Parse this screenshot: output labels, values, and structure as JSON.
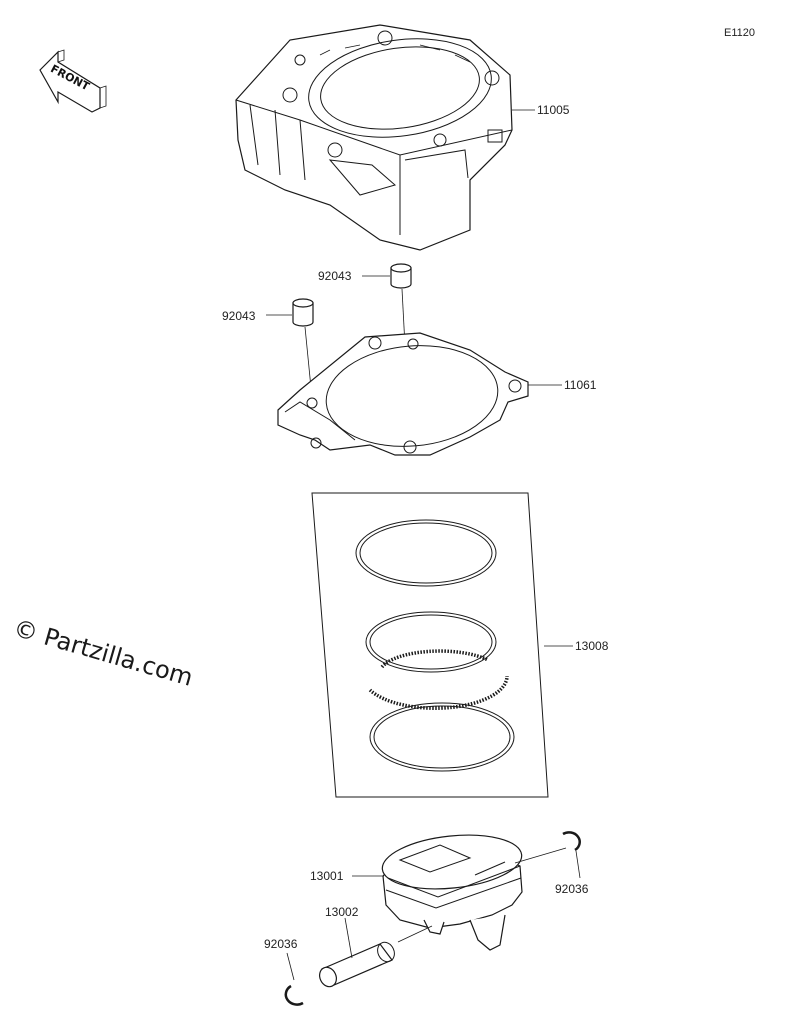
{
  "diagram_code": "E1120",
  "watermark": "© Partzilla.com",
  "front_arrow": {
    "label": "FRONT",
    "icon": "front-arrow-icon"
  },
  "parts": {
    "cylinder": "11005",
    "dowel_pin_upper": "92043",
    "dowel_pin_lower": "92043",
    "gasket": "11061",
    "ring_set": "13008",
    "piston": "13001",
    "piston_pin": "13002",
    "circlip_right": "92036",
    "circlip_left": "92036"
  }
}
